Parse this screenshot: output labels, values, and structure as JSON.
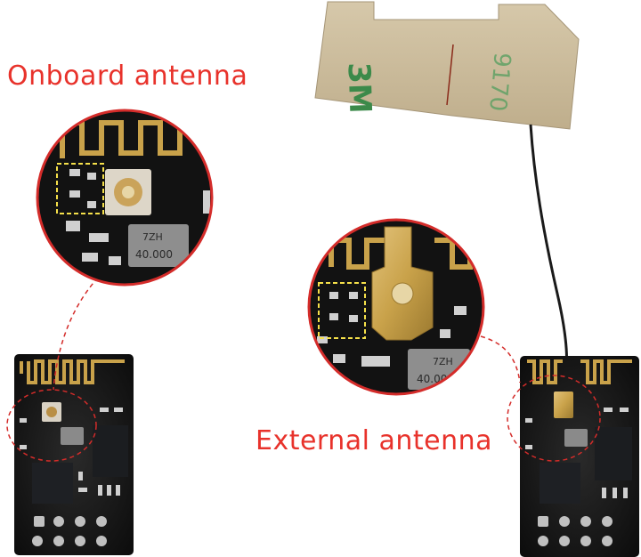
{
  "labels": {
    "onboard": "Onboard antenna",
    "external": "External antenna"
  },
  "chip_markings": {
    "crystal": "40.000",
    "crystal_code": "7ZH",
    "sticker_brand": "3M"
  },
  "colors": {
    "label_red": "#e8322b",
    "callout_red": "#d42c2a",
    "highlight_yellow": "#f5e04a",
    "pcb_black": "#141414",
    "gold_pad": "#c9a24a",
    "sticker_tan": "#c8b99b"
  }
}
